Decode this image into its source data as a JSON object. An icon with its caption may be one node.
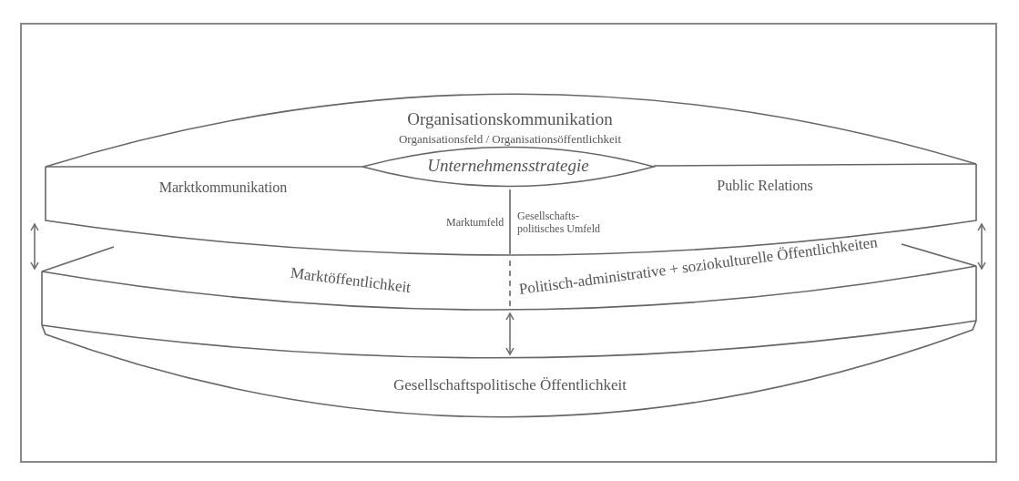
{
  "diagram": {
    "nodes": [
      {
        "text": [
          "Organisationskommunikation",
          "Organisationsfeld / Organisationsöffentlichkeit"
        ]
      },
      {
        "text": [
          "Unternehmensstrategie"
        ]
      },
      {
        "text": [
          "Marktkommunikation",
          "Public Relations",
          "Marktumfeld",
          "Gesellschafts- politisches Umfeld"
        ]
      },
      {
        "text": [
          "Marktöffentlichkeit",
          "Politisch-administrative + soziokulturelle Öffentlichkeiten"
        ]
      },
      {
        "text": [
          "Gesellschaftspolitische Öffentlichkeit"
        ]
      }
    ],
    "edges": [
      {
        "from": 2,
        "to": 3,
        "arrow": "both"
      },
      {
        "from": 2,
        "to": 3,
        "arrow": "both"
      },
      {
        "from": 3,
        "to": 4,
        "arrow": "both"
      }
    ]
  }
}
